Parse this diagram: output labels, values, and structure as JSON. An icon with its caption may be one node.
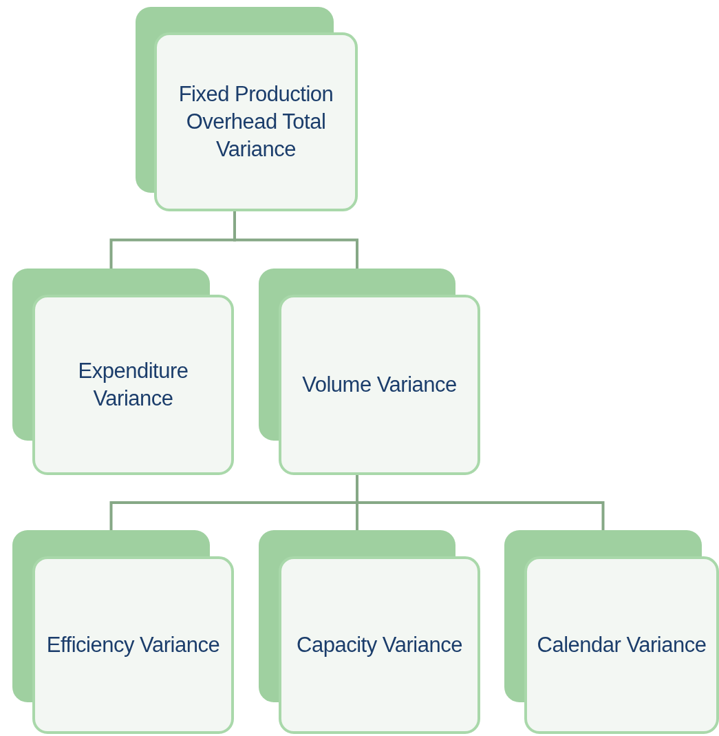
{
  "diagram": {
    "nodes": [
      {
        "text": [
          "Fixed Production Overhead Total Variance"
        ]
      },
      {
        "text": [
          "Expenditure Variance"
        ]
      },
      {
        "text": [
          "Volume Variance"
        ]
      },
      {
        "text": [
          "Efficiency Variance"
        ]
      },
      {
        "text": [
          "Capacity Variance"
        ]
      },
      {
        "text": [
          "Calendar Variance"
        ]
      }
    ],
    "edges": [
      {
        "from": 0,
        "to": 1,
        "arrow": "none"
      },
      {
        "from": 0,
        "to": 2,
        "arrow": "none"
      },
      {
        "from": 2,
        "to": 3,
        "arrow": "none"
      },
      {
        "from": 2,
        "to": 4,
        "arrow": "none"
      },
      {
        "from": 2,
        "to": 5,
        "arrow": "none"
      }
    ]
  }
}
